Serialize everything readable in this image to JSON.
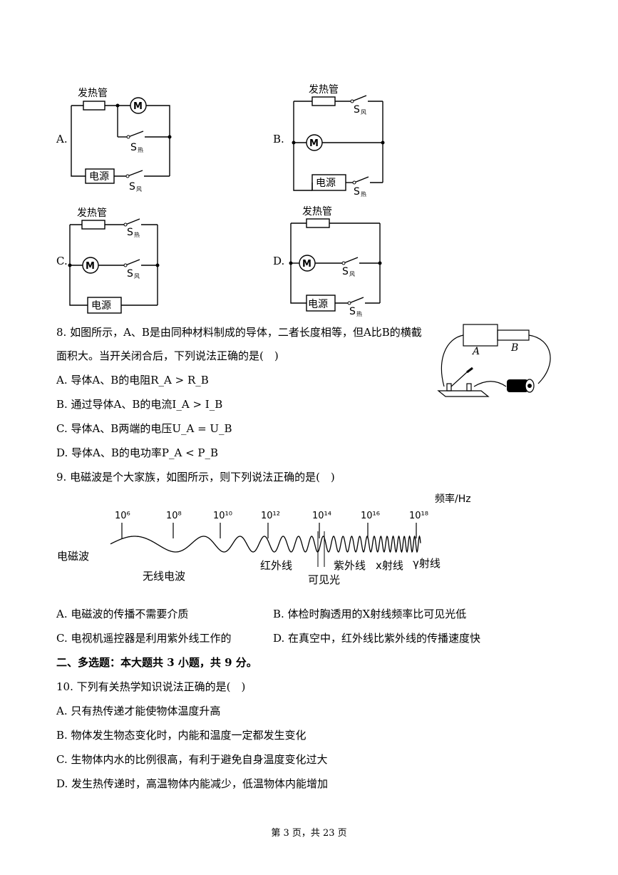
{
  "q7": {
    "options": [
      {
        "letter": "A.",
        "heater": "发热管",
        "motor": "M",
        "power": "电源",
        "switch1": "S",
        "sub1": "热",
        "switch2": "S",
        "sub2": "风"
      },
      {
        "letter": "B.",
        "heater": "发热管",
        "motor": "M",
        "power": "电源",
        "switch1": "S",
        "sub1": "风",
        "switch2": "S",
        "sub2": "热"
      },
      {
        "letter": "C.",
        "heater": "发热管",
        "motor": "M",
        "power": "电源",
        "switch1": "S",
        "sub1": "热",
        "switch2": "S",
        "sub2": "风"
      },
      {
        "letter": "D.",
        "heater": "发热管",
        "motor": "M",
        "power": "电源",
        "switch1": "S",
        "sub1": "风",
        "switch2": "S",
        "sub2": "热"
      }
    ]
  },
  "q8": {
    "stem_line1": "8. 如图所示，A、B是由同种材料制成的导体，二者长度相等，但A比B的横截",
    "stem_line2": "面积大。当开关闭合后，下列说法正确的是(　)",
    "label_a": "A",
    "label_b": "B",
    "options": [
      "A. 导体A、B的电阻R_A > R_B",
      "B. 通过导体A、B的电流I_A > I_B",
      "C. 导体A、B两端的电压U_A = U_B",
      "D. 导体A、B的电功率P_A < P_B"
    ]
  },
  "q9": {
    "stem": "9. 电磁波是个大家族，如图所示，则下列说法正确的是(　)",
    "freq_label": "频率/Hz",
    "wave_label": "电磁波",
    "ticks": [
      "10⁶",
      "10⁸",
      "10¹⁰",
      "10¹²",
      "10¹⁴",
      "10¹⁶",
      "10¹⁸"
    ],
    "bands": [
      "无线电波",
      "红外线",
      "可见光",
      "紫外线",
      "x射线",
      "γ射线"
    ],
    "options": [
      "A. 电磁波的传播不需要介质",
      "B. 体检时胸透用的X射线频率比可见光低",
      "C. 电视机遥控器是利用紫外线工作的",
      "D. 在真空中，红外线比紫外线的传播速度快"
    ]
  },
  "section2": {
    "heading": "二、多选题：本大题共 3 小题，共 9 分。"
  },
  "q10": {
    "stem": "10. 下列有关热学知识说法正确的是(　)",
    "options": [
      "A. 只有热传递才能使物体温度升高",
      "B. 物体发生物态变化时，内能和温度一定都发生变化",
      "C. 生物体内水的比例很高，有利于避免自身温度变化过大",
      "D. 发生热传递时，高温物体内能减少，低温物体内能增加"
    ]
  },
  "footer": "第 3 页，共 23 页"
}
